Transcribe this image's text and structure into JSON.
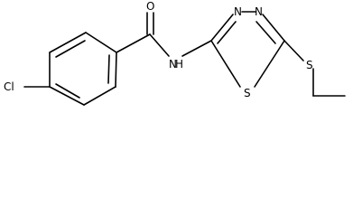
{
  "structure": {
    "atoms": {
      "chlorine": "Cl",
      "carbonyl_oxygen": "O",
      "amide_nh": "N",
      "amide_h": "H",
      "ring_n3": "N",
      "ring_n4": "N",
      "ring_s": "S",
      "thioether_s": "S"
    }
  }
}
